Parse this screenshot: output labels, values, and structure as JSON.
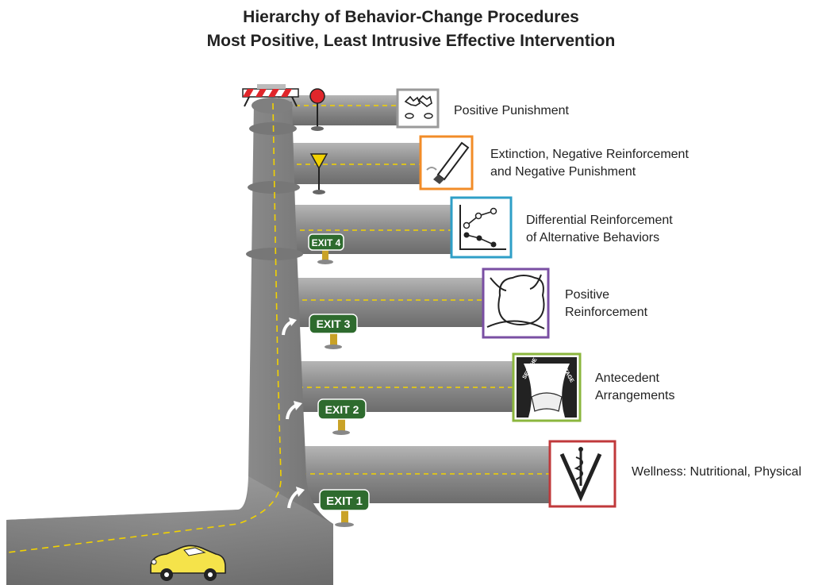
{
  "title_line1": "Hierarchy of Behavior-Change Procedures",
  "title_line2": "Most Positive, Least Intrusive Effective Intervention",
  "levels": [
    {
      "label_line1": "Positive Punishment",
      "label_line2": "",
      "icon": "punishment-icon",
      "frame_color": "#9a9a9a"
    },
    {
      "label_line1": "Extinction, Negative Reinforcement",
      "label_line2": "and Negative Punishment",
      "icon": "eraser-icon",
      "frame_color": "#f28c28"
    },
    {
      "label_line1": "Differential Reinforcement",
      "label_line2": "of Alternative Behaviors",
      "icon": "line-graph-icon",
      "frame_color": "#2f9fc7"
    },
    {
      "label_line1": "Positive",
      "label_line2": "Reinforcement",
      "icon": "money-bag-icon",
      "frame_color": "#7a4fa3"
    },
    {
      "label_line1": "Antecedent",
      "label_line2": "Arrangements",
      "icon": "stage-curtain-icon",
      "frame_color": "#8bb63d"
    },
    {
      "label_line1": "Wellness: Nutritional, Physical",
      "label_line2": "",
      "icon": "caduceus-icon",
      "frame_color": "#c0393b"
    }
  ],
  "exits": [
    "EXIT 4",
    "EXIT 3",
    "EXIT 2",
    "EXIT 1"
  ],
  "stage_text_left": "SET THE",
  "stage_text_right": "STAGE",
  "colors": {
    "road": "#8e8e8e",
    "lane_line": "#f2d200",
    "exit_sign": "#2e6b2e",
    "stop_sign": "#e0262b",
    "yield_sign": "#f2d200",
    "car": "#f5e34a"
  }
}
